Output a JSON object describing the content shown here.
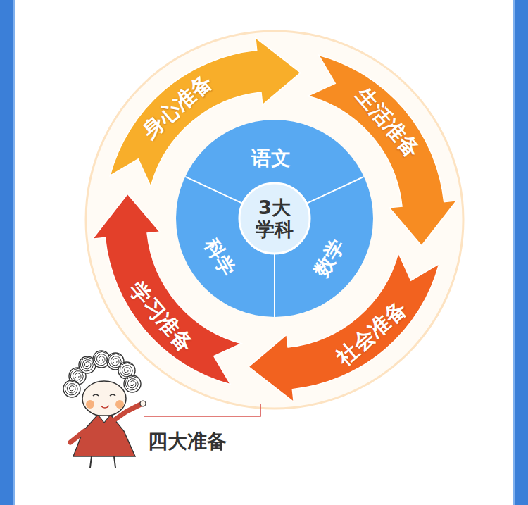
{
  "diagram": {
    "nodes": [
      {
        "text": [
          "身心准备"
        ]
      },
      {
        "text": [
          "生活准备"
        ]
      },
      {
        "text": [
          "社会准备"
        ]
      },
      {
        "text": [
          "学习准备"
        ]
      },
      {
        "text": [
          "3大 学科"
        ]
      },
      {
        "text": [
          "语文"
        ],
        "in": 4
      },
      {
        "text": [
          "科学"
        ],
        "in": 4
      },
      {
        "text": [
          "数学"
        ],
        "in": 4
      }
    ],
    "labels": [
      "四大准备"
    ]
  }
}
